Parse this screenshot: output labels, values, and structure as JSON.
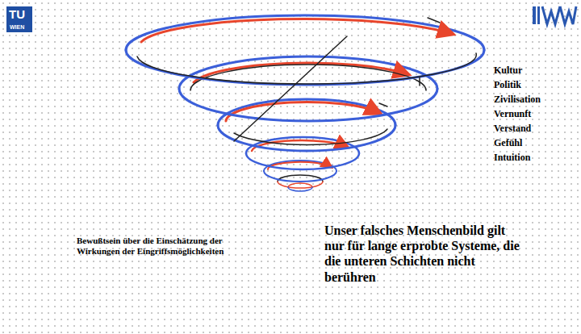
{
  "diagram": {
    "labels": [
      "TU",
      "WIEN",
      "Kultur",
      "Politik",
      "Zivilisation",
      "Vernunft",
      "Verstand",
      "Gefühl",
      "Intuition",
      "Bewußtsein über die Einschätzung der Wirkungen der Eingriffsmöglichkeiten",
      "Unser falsches Menschenbild gilt nur für lange erprobte Systeme, die die unteren Schichten nicht berühren"
    ]
  }
}
